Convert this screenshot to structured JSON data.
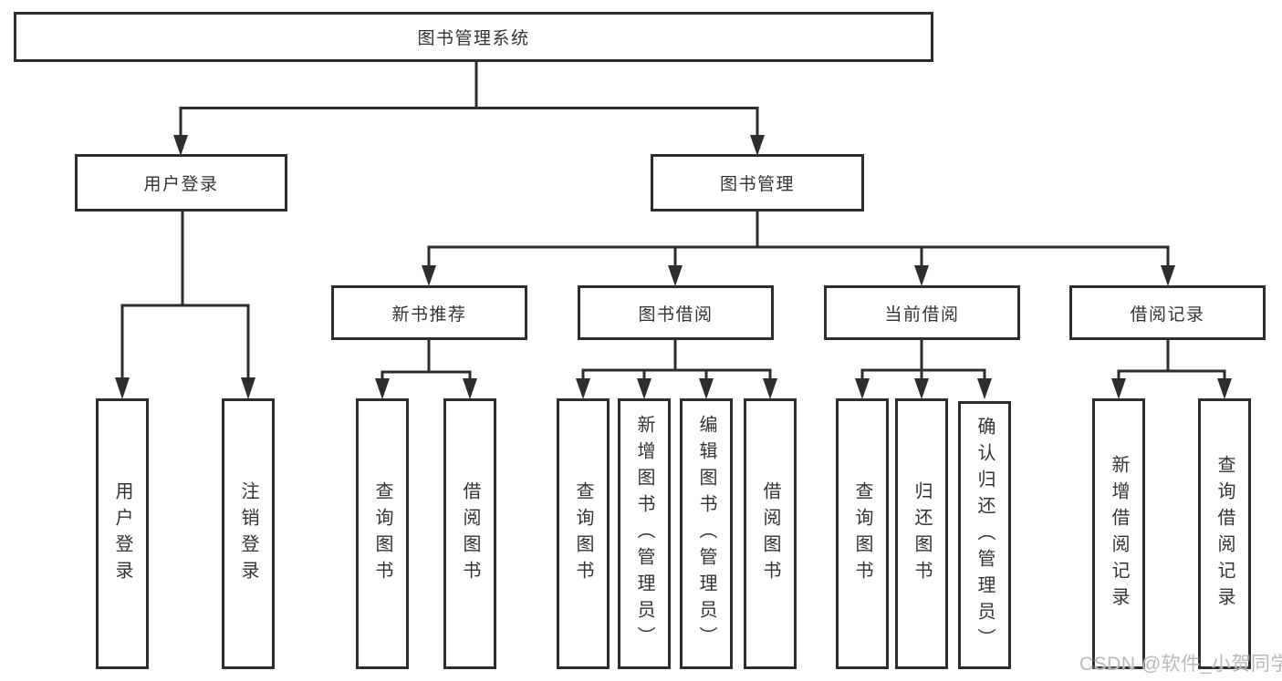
{
  "tree": {
    "root": "图书管理系统",
    "branches": [
      {
        "label": "用户登录",
        "children": [
          "用户登录",
          "注销登录"
        ]
      },
      {
        "label": "图书管理",
        "children": [
          {
            "label": "新书推荐",
            "children": [
              "查询图书",
              "借阅图书"
            ]
          },
          {
            "label": "图书借阅",
            "children": [
              "查询图书",
              "新增图书（管理员）",
              "编辑图书（管理员）",
              "借阅图书"
            ]
          },
          {
            "label": "当前借阅",
            "children": [
              "查询图书",
              "归还图书",
              "确认归还（管理员）"
            ]
          },
          {
            "label": "借阅记录",
            "children": [
              "新增借阅记录",
              "查询借阅记录"
            ]
          }
        ]
      }
    ]
  },
  "watermark": "CSDN @软件_小贺同学",
  "colors": {
    "line": "#2d2d2d",
    "box_border": "#2d2d2d",
    "text": "#333333",
    "background": "#ffffff",
    "watermark": "#b9b9b9"
  }
}
